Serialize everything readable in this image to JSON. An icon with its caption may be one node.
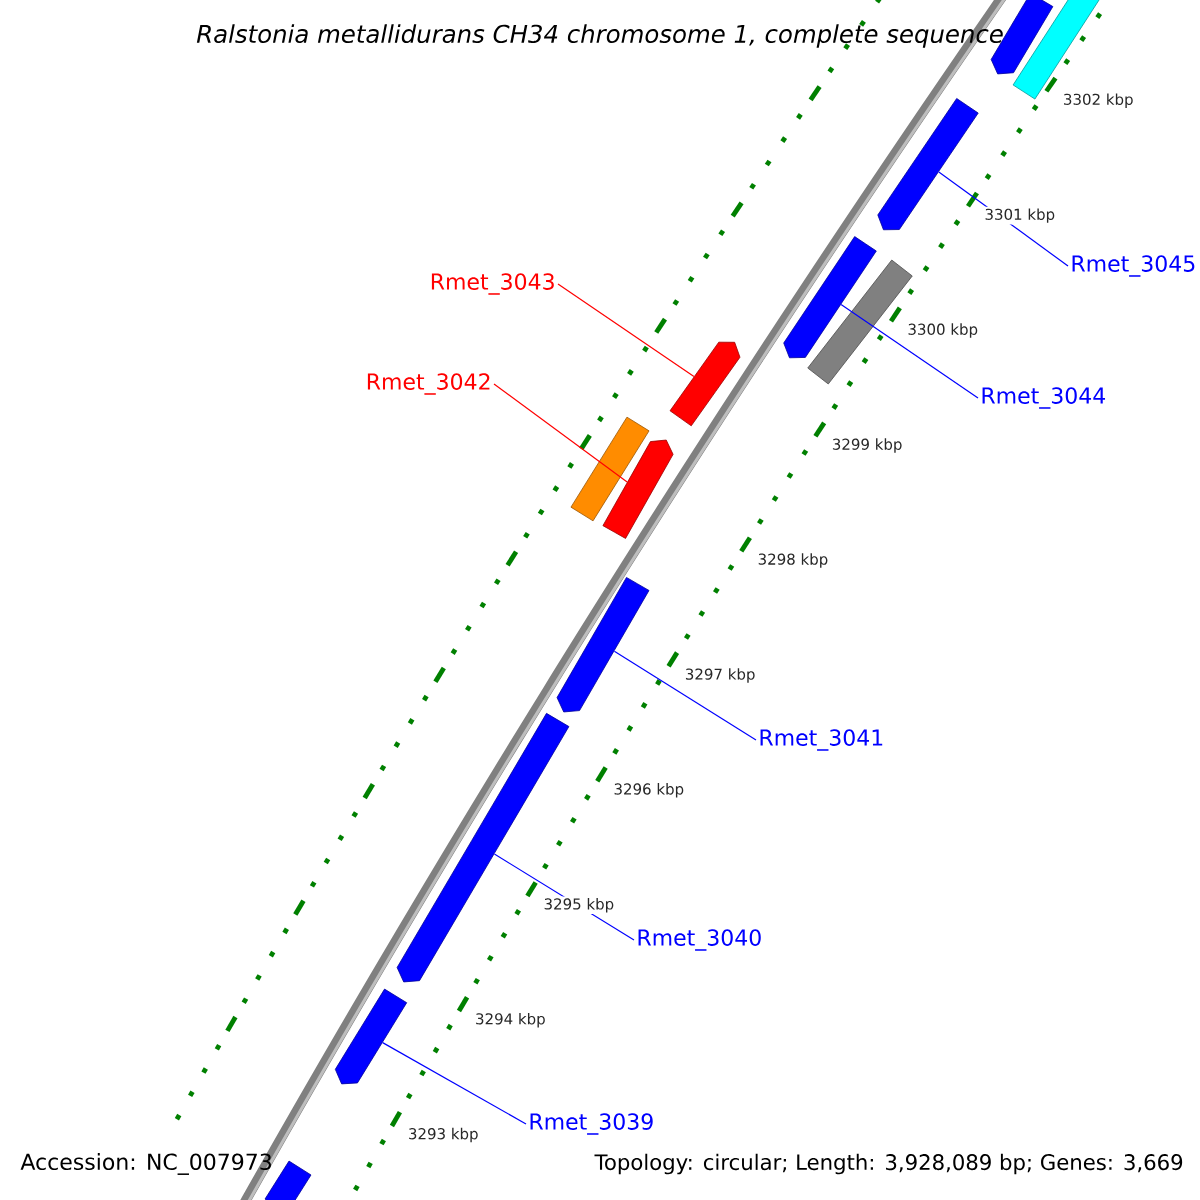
{
  "diagram": {
    "title": "Ralstonia metallidurans CH34 chromosome 1, complete sequence",
    "nodes": [
      {
        "text": [],
        "shape": "pentagon"
      },
      {
        "text": [],
        "shape": "bar"
      },
      {
        "text": [],
        "shape": "pentagon"
      },
      {
        "text": [
          "Rmet_3045"
        ]
      },
      {
        "text": [
          "Rmet_3043"
        ]
      },
      {
        "text": [],
        "shape": "pentagon"
      },
      {
        "text": [],
        "shape": "bar"
      },
      {
        "text": [],
        "shape": "pentagon"
      },
      {
        "text": [
          "Rmet_3042"
        ]
      },
      {
        "text": [
          "Rmet_3044"
        ]
      },
      {
        "text": [],
        "shape": "bar"
      },
      {
        "text": [],
        "shape": "pentagon"
      },
      {
        "text": [],
        "shape": "pentagon"
      },
      {
        "text": [
          "Rmet_3041"
        ]
      },
      {
        "text": [],
        "shape": "pentagon"
      },
      {
        "text": [
          "Rmet_3040"
        ]
      },
      {
        "text": [],
        "shape": "pentagon"
      },
      {
        "text": [
          "Rmet_3039"
        ]
      },
      {
        "text": [],
        "shape": "bar"
      }
    ],
    "edges": [
      {
        "from": 3,
        "to": 2,
        "arrow": "none"
      },
      {
        "from": 4,
        "to": 7,
        "arrow": "none",
        "color": "#ff0000"
      },
      {
        "from": 8,
        "to": 11,
        "arrow": "none",
        "color": "#ff0000"
      },
      {
        "from": 9,
        "to": 5,
        "arrow": "none"
      },
      {
        "from": 13,
        "to": 12,
        "arrow": "none"
      },
      {
        "from": 15,
        "to": 14,
        "arrow": "none"
      },
      {
        "from": 17,
        "to": 16,
        "arrow": "none"
      }
    ],
    "labels": [
      "3302 kbp",
      "3301 kbp",
      "3300 kbp",
      "3299 kbp",
      "3298 kbp",
      "3297 kbp",
      "3296 kbp",
      "3295 kbp",
      "3294 kbp",
      "3293 kbp",
      "Accession: NC_007973",
      "Topology: circular; Length: 3,928,089 bp; Genes: 3,669"
    ]
  }
}
